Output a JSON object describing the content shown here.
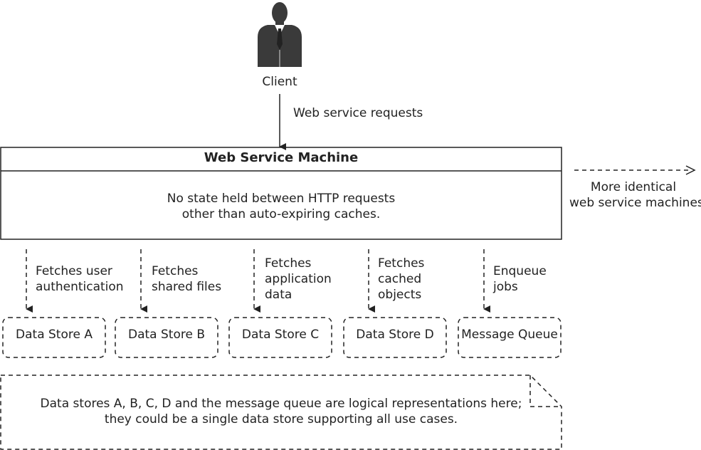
{
  "client": {
    "label": "Client",
    "icon": "person-in-suit-icon",
    "request_label": "Web service requests"
  },
  "machine": {
    "title": "Web Service Machine",
    "description_lines": [
      "No state held between HTTP requests",
      "other than auto-expiring caches."
    ]
  },
  "scale_out": {
    "label_lines": [
      "More identical",
      "web service machines"
    ]
  },
  "stores": [
    {
      "name": "Data Store A",
      "action_lines": [
        "Fetches user",
        "authentication"
      ]
    },
    {
      "name": "Data Store B",
      "action_lines": [
        "Fetches",
        "shared files"
      ]
    },
    {
      "name": "Data Store C",
      "action_lines": [
        "Fetches",
        "application",
        "data"
      ]
    },
    {
      "name": "Data Store D",
      "action_lines": [
        "Fetches",
        "cached",
        "objects"
      ]
    },
    {
      "name": "Message Queue",
      "action_lines": [
        "Enqueue",
        "jobs"
      ]
    }
  ],
  "note": {
    "lines": [
      "Data stores A, B, C, D and the message queue are logical representations here;",
      "they could be a single data store supporting all use cases."
    ]
  },
  "colors": {
    "stroke": "#222222",
    "icon": "#3a3a3a",
    "background": "#ffffff"
  }
}
